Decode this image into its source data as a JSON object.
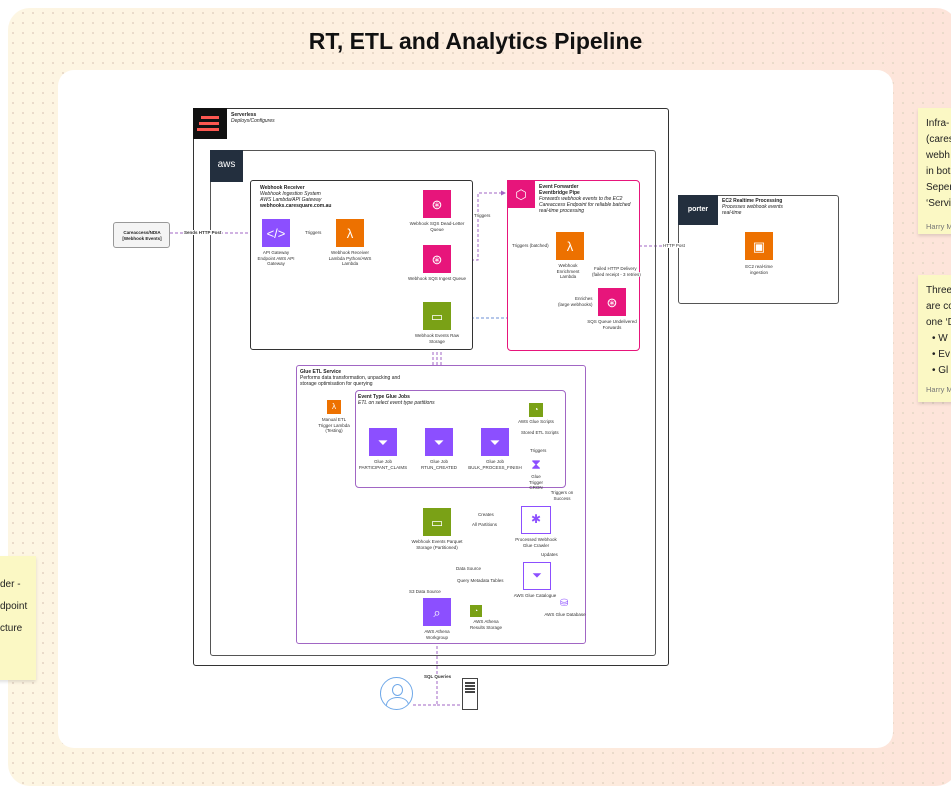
{
  "title": "RT, ETL and Analytics Pipeline",
  "colors": {
    "lambda": "#ed7100",
    "sqs": "#e7157b",
    "s3": "#7aa116",
    "apigw": "#8c4fff",
    "glue": "#8c4fff",
    "connector": "#a166c4",
    "blue_connector": "#6b8fd6",
    "failed": "#c0392b"
  },
  "external": {
    "source": "Careaccess/NDIA [Webhook Events]",
    "sends": "Sends HTTP Post"
  },
  "serverless": {
    "title": "Serverless",
    "subtitle": "Deploys/Configures",
    "logo": "serverless-logo"
  },
  "aws": {
    "logo": "aws"
  },
  "receiver": {
    "title": "Webhook Receiver",
    "line1": "Webhook Ingestion System",
    "line2": "AWS Lambda/API Gateway",
    "domain": "webhooks.caresquare.com.au",
    "apigw": "API Gateway Endpoint AWS API Gateway",
    "triggers": "Triggers",
    "lambda": "Webhook Receiver Lambda Python/AWS Lambda",
    "dlq": "Webhook SQS Dead-Letter Queue",
    "ingest": "Webhook SQS Ingest Queue",
    "raw": "Webhook Events Raw Storage"
  },
  "forwarder": {
    "title": "Event Forwarder",
    "title2": "Eventbridge Pipe",
    "desc": "Forwards webhook events to the EC2 Careaccess Endpoint for reliable batched real-time processing",
    "triggers": "Triggers",
    "triggers_batched": "Triggers (batched)",
    "lambda": "Webhook Enrichment Lambda",
    "failed": "Failed HTTP Delivery",
    "failed2": "(failed receipt - 3 retries)",
    "enriches": "Enriches",
    "enriches2": "(large webhooks)",
    "undelivered": "SQS Queue Undelivered Forwards",
    "http_post": "HTTP Post"
  },
  "ec2": {
    "badge": "porter",
    "title": "EC2 Realtime Processing",
    "desc": "Processes webhook events real-time",
    "icon_label": "EC2 real-time ingestion"
  },
  "glue_etl": {
    "title": "Glue ETL Service",
    "desc": "Performs data transformation, unpacking and storage optimisation for querying",
    "manual": "Manual ETL Trigger Lambda (Testing)",
    "jobs_title": "Event Type Glue Jobs",
    "jobs_desc": "ETL on select event type partitions",
    "jobs": [
      "Glue Job PARTICIPANT_CLAIMS",
      "Glue Job RTUN_CREATED",
      "Glue Job BULK_PROCESS_FINISH"
    ],
    "scripts": "AWS Glue Scripts",
    "stored": "Stored ETL Scripts",
    "triggers": "Triggers",
    "trigger": "Glue Trigger CRON",
    "on_success": "Triggers on Success",
    "parquet": "Webhook Events Parquet Storage (Partitioned)",
    "creates": "Creates",
    "all_partitions": "All Partitions",
    "crawler": "Processed Webhook Glue Crawler",
    "updates": "Updates",
    "data_source": "Data Source",
    "query_meta": "Query Metadata Tables",
    "s3_source": "S3 Data Source",
    "catalogue": "AWS Glue Catalogue",
    "database": "AWS Glue Database",
    "athena": "AWS Athena Workgroup",
    "athena_results": "AWS Athena Results Storage"
  },
  "bottom": {
    "sql": "SQL Queries"
  },
  "stickies": {
    "right1": {
      "lines": [
        "Infra-",
        "(cares",
        "webh",
        "in bot",
        "Seper",
        "‘Servi"
      ],
      "author": "Harry M"
    },
    "right2": {
      "lines": [
        "Three",
        "are co",
        "one ‘D"
      ],
      "bullets": [
        "W",
        "Ev",
        "Gl"
      ],
      "author": "Harry M"
    },
    "left": {
      "lines": [
        "der -",
        "dpoint",
        "cture"
      ]
    }
  }
}
